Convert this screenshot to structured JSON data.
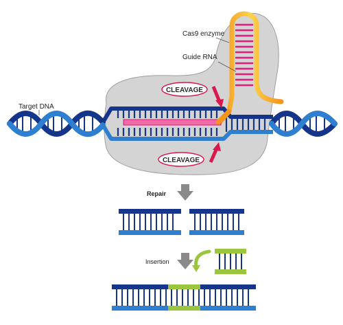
{
  "labels": {
    "cas9": "Cas9 enzyme",
    "guide_rna": "Guide RNA",
    "target_dna": "Target DNA",
    "cleavage_top": "CLEAVAGE",
    "cleavage_bottom": "CLEAVAGE",
    "repair": "Repair",
    "insertion": "Insertion"
  },
  "colors": {
    "dna_dark": "#14358a",
    "dna_light": "#2f7fd0",
    "enzyme": "#d4d4d4",
    "rna_orange": "#f7941d",
    "rna_yellow": "#fbd34d",
    "rungs_pink": "#e0197a",
    "cleavage_arrow": "#d9184e",
    "insert_green": "#9bc53d",
    "gray_arrow": "#8a8a8a"
  }
}
